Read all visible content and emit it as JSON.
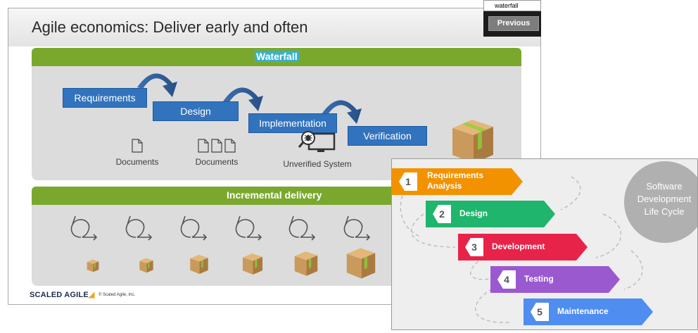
{
  "slide": {
    "title": "Agile economics: Deliver early and often",
    "waterfall": {
      "header": "Waterfall",
      "phases": [
        "Requirements",
        "Design",
        "Implementation",
        "Verification"
      ],
      "deliverables": [
        "Documents",
        "Documents",
        "Unverified System"
      ]
    },
    "incremental": {
      "header": "Incremental delivery"
    },
    "footer": {
      "logo": "SCALED AGILE",
      "copyright": "© Scaled Agile, Inc."
    }
  },
  "popup": {
    "input_value": "waterfall",
    "previous_label": "Previous"
  },
  "sdlc": {
    "title_lines": [
      "Software",
      "Development",
      "Life Cycle"
    ],
    "steps": [
      {
        "num": "1",
        "label_lines": [
          "Requirements",
          "Analysis"
        ],
        "color": "#f39200"
      },
      {
        "num": "2",
        "label_lines": [
          "Design"
        ],
        "color": "#1fb56c"
      },
      {
        "num": "3",
        "label_lines": [
          "Development"
        ],
        "color": "#e8234a"
      },
      {
        "num": "4",
        "label_lines": [
          "Testing"
        ],
        "color": "#9b59d0"
      },
      {
        "num": "5",
        "label_lines": [
          "Maintenance"
        ],
        "color": "#4f8df0"
      }
    ]
  },
  "colors": {
    "panel_header": "#7aa82d",
    "phase_box": "#3273be",
    "box_tan": "#c99a5b"
  }
}
